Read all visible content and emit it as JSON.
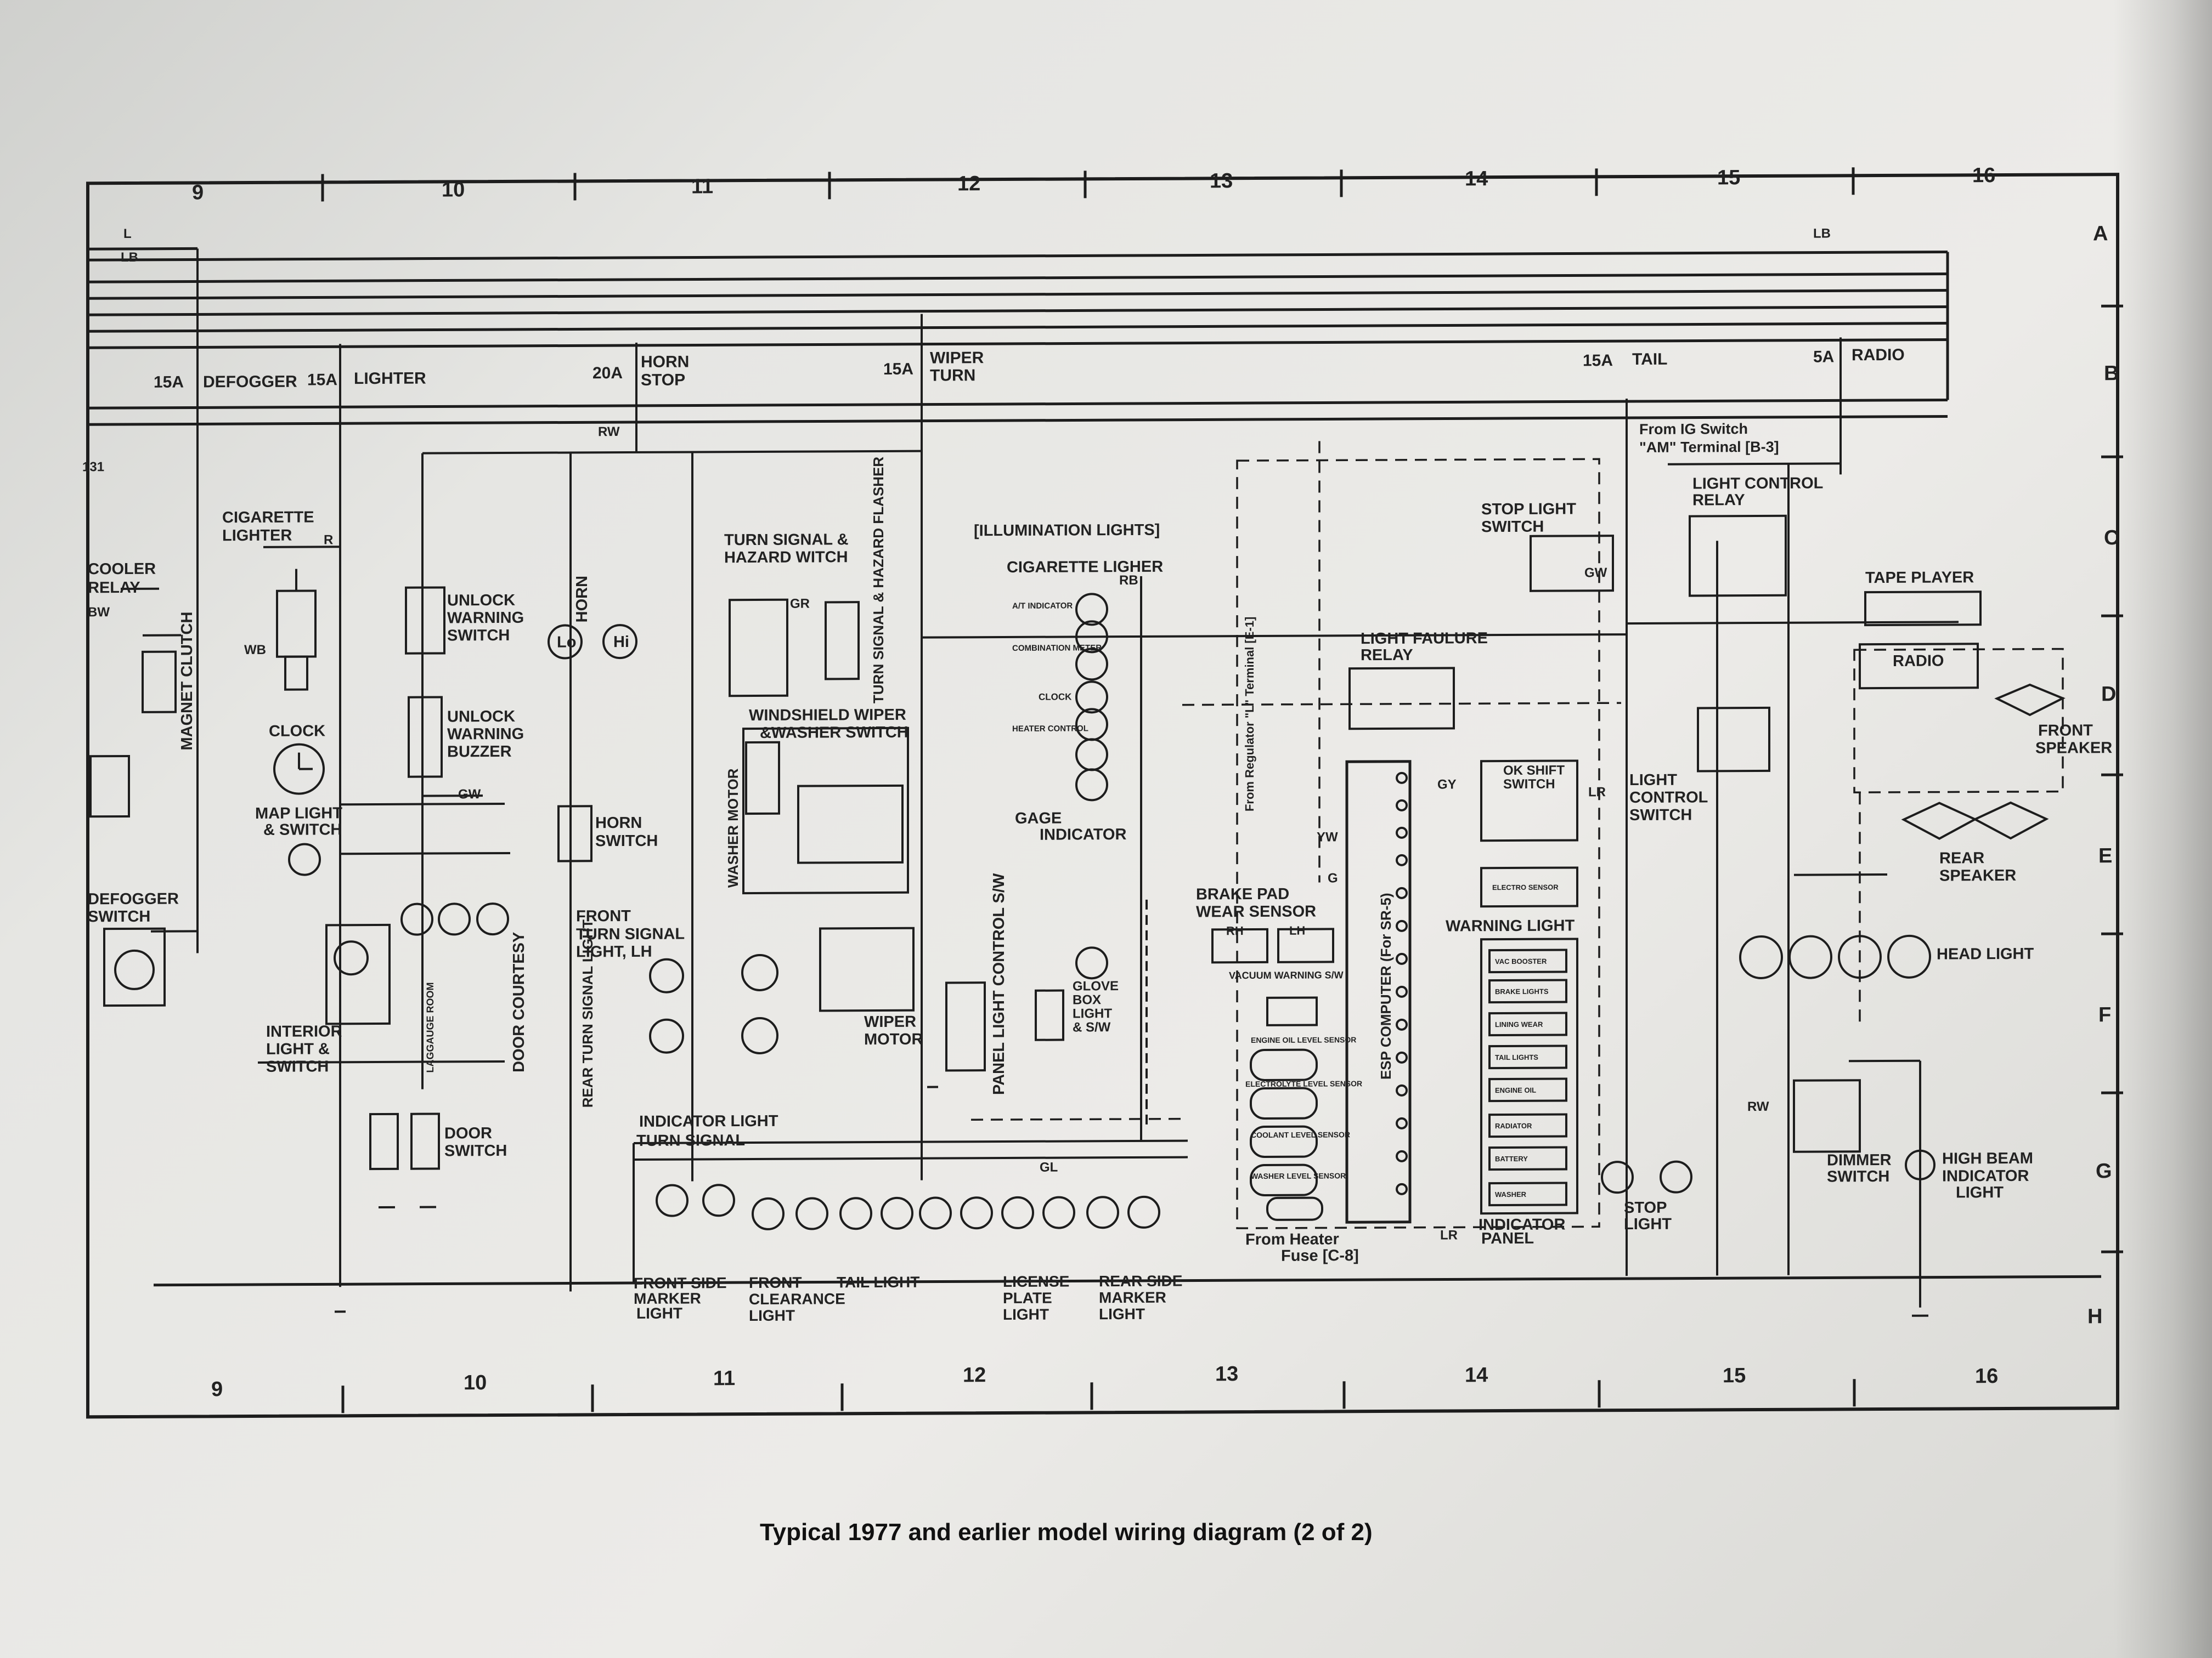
{
  "caption": "Typical 1977 and earlier model wiring diagram (2 of 2)",
  "grid": {
    "columns": [
      "9",
      "10",
      "11",
      "12",
      "13",
      "14",
      "15",
      "16"
    ],
    "rows": [
      "A",
      "B",
      "C",
      "D",
      "E",
      "F",
      "G",
      "H"
    ]
  },
  "fuses": {
    "defogger": "15A",
    "defogger_label": "DEFOGGER",
    "lighter": "15A",
    "lighter_label": "LIGHTER",
    "horn": "20A",
    "horn_label1": "HORN",
    "horn_label2": "STOP",
    "wiper": "15A",
    "wiper_label1": "WIPER",
    "wiper_label2": "TURN",
    "tail": "15A",
    "tail_label": "TAIL",
    "radio": "5A",
    "radio_label": "RADIO"
  },
  "wires": {
    "L": "L",
    "LB": "LB",
    "BW": "BW",
    "RW": "RW",
    "R": "R",
    "GW": "GW",
    "WB": "WB",
    "G": "G",
    "GL": "GL",
    "GR": "GR",
    "GY": "GY",
    "RB": "RB",
    "LR": "LR",
    "YW": "YW"
  },
  "left": {
    "cooler_relay1": "COOLER",
    "cooler_relay2": "RELAY",
    "magnet_clutch": "MAGNET CLUTCH",
    "defogger_switch1": "DEFOGGER",
    "defogger_switch2": "SWITCH",
    "cig_lighter1": "CIGARETTE",
    "cig_lighter2": "LIGHTER",
    "clock": "CLOCK",
    "map_light1": "MAP LIGHT",
    "map_light2": "& SWITCH",
    "interior1": "INTERIOR",
    "interior2": "LIGHT &",
    "interior3": "SWITCH",
    "unlock_sw1": "UNLOCK",
    "unlock_sw2": "WARNING",
    "unlock_sw3": "SWITCH",
    "unlock_bz1": "UNLOCK",
    "unlock_bz2": "WARNING",
    "unlock_bz3": "BUZZER",
    "luggage": "LAGGAUGE ROOM",
    "door_courtesy": "DOOR COURTESY",
    "door_switch1": "DOOR",
    "door_switch2": "SWITCH",
    "col131": "131"
  },
  "middle": {
    "horn": "HORN",
    "horn_lo": "Lo",
    "horn_hi": "Hi",
    "horn_switch1": "HORN",
    "horn_switch2": "SWITCH",
    "front_turn1": "FRONT",
    "front_turn2": "TURN SIGNAL",
    "front_turn3": "LIGHT, LH",
    "rear_turn": "REAR TURN SIGNAL LIGHT",
    "turn_hazard1": "TURN SIGNAL &",
    "turn_hazard2": "HAZARD WITCH",
    "flasher": "TURN SIGNAL & HAZARD FLASHER",
    "wiper_sw1": "WINDSHIELD WIPER",
    "wiper_sw2": "&WASHER SWITCH",
    "washer_motor": "WASHER MOTOR",
    "wiper_motor1": "WIPER",
    "wiper_motor2": "MOTOR",
    "indicator_light": "INDICATOR LIGHT",
    "turn_signal": "TURN SIGNAL",
    "panel_light": "PANEL LIGHT CONTROL S/W",
    "illum": "[ILLUMINATION LIGHTS]",
    "cig_ligher": "CIGARETTE LIGHER",
    "at_ind": "A/T INDICATOR",
    "combi": "COMBINATION METER",
    "clock": "CLOCK",
    "heater_ctrl": "HEATER CONTROL",
    "gage1": "GAGE",
    "gage2": "INDICATOR",
    "glove1": "GLOVE",
    "glove2": "BOX",
    "glove3": "LIGHT",
    "glove4": "& S/W"
  },
  "bottom": {
    "front_side1": "FRONT SIDE",
    "front_side2": "MARKER",
    "front_side3": "LIGHT",
    "front_clear1": "FRONT",
    "front_clear2": "CLEARANCE",
    "front_clear3": "LIGHT",
    "tail_light": "TAIL LIGHT",
    "license1": "LICENSE",
    "license2": "PLATE",
    "license3": "LIGHT",
    "rear_side1": "REAR SIDE",
    "rear_side2": "MARKER",
    "rear_side3": "LIGHT"
  },
  "right": {
    "stop_sw1": "STOP LIGHT",
    "stop_sw2": "SWITCH",
    "fail_relay1": "LIGHT FAULURE",
    "fail_relay2": "RELAY",
    "from_reg": "From Regulator \"L\" Terminal [E-1]",
    "brake_pad1": "BRAKE PAD",
    "brake_pad2": "WEAR SENSOR",
    "rh": "RH",
    "lh": "LH",
    "vacuum": "VACUUM WARNING S/W",
    "engine_oil": "ENGINE OIL LEVEL SENSOR",
    "electrolyte": "ELECTROLYTE LEVEL SENSOR",
    "coolant": "COOLANT LEVEL SENSOR",
    "washer_lvl": "WASHER LEVEL SENSOR",
    "from_heater1": "From Heater",
    "from_heater2": "Fuse [C-8]",
    "esp": "ESP COMPUTER (For SR-5)",
    "ok_shift1": "OK SHIFT",
    "ok_shift2": "SWITCH",
    "electro": "ELECTRO SENSOR",
    "warning": "WARNING LIGHT",
    "panel_items": [
      "VAC BOOSTER",
      "BRAKE LIGHTS",
      "LINING WEAR",
      "TAIL LIGHTS",
      "ENGINE OIL",
      "RADIATOR",
      "BATTERY",
      "WASHER"
    ],
    "indicator_panel1": "INDICATOR",
    "indicator_panel2": "PANEL",
    "stop_light1": "STOP",
    "stop_light2": "LIGHT",
    "from_ig1": "From IG Switch",
    "from_ig2": "\"AM\" Terminal [B-3]",
    "lcr1": "LIGHT CONTROL",
    "lcr2": "RELAY",
    "lcs1": "LIGHT",
    "lcs2": "CONTROL",
    "lcs3": "SWITCH",
    "tape": "TAPE PLAYER",
    "radio": "RADIO",
    "front_spk1": "FRONT",
    "front_spk2": "SPEAKER",
    "rear_spk1": "REAR",
    "rear_spk2": "SPEAKER",
    "head_light": "HEAD LIGHT",
    "dimmer1": "DIMMER",
    "dimmer2": "SWITCH",
    "hb1": "HIGH BEAM",
    "hb2": "INDICATOR",
    "hb3": "LIGHT"
  }
}
